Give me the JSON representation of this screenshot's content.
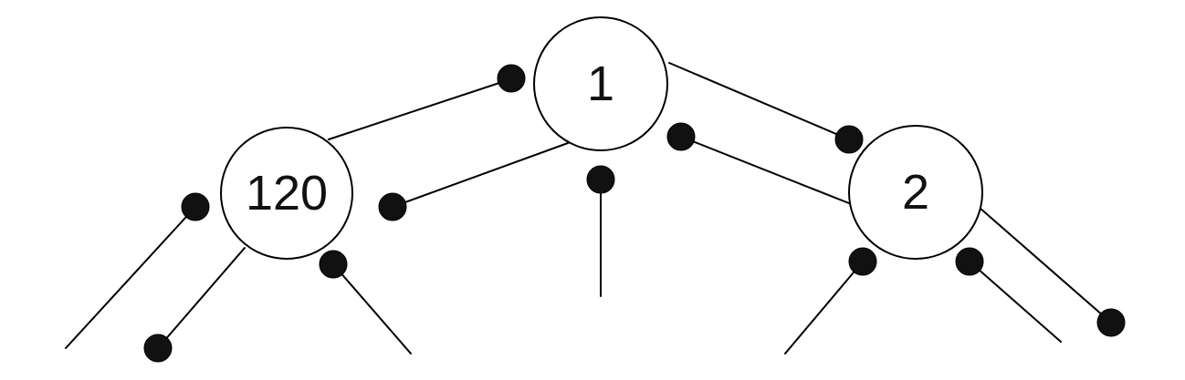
{
  "diagram": {
    "nodes": [
      {
        "id": "n1",
        "label": "1"
      },
      {
        "id": "n120",
        "label": "120"
      },
      {
        "id": "n2",
        "label": "2"
      }
    ],
    "colors": {
      "line": "#000000",
      "dot": "#111111",
      "node_fill": "#ffffff"
    }
  }
}
